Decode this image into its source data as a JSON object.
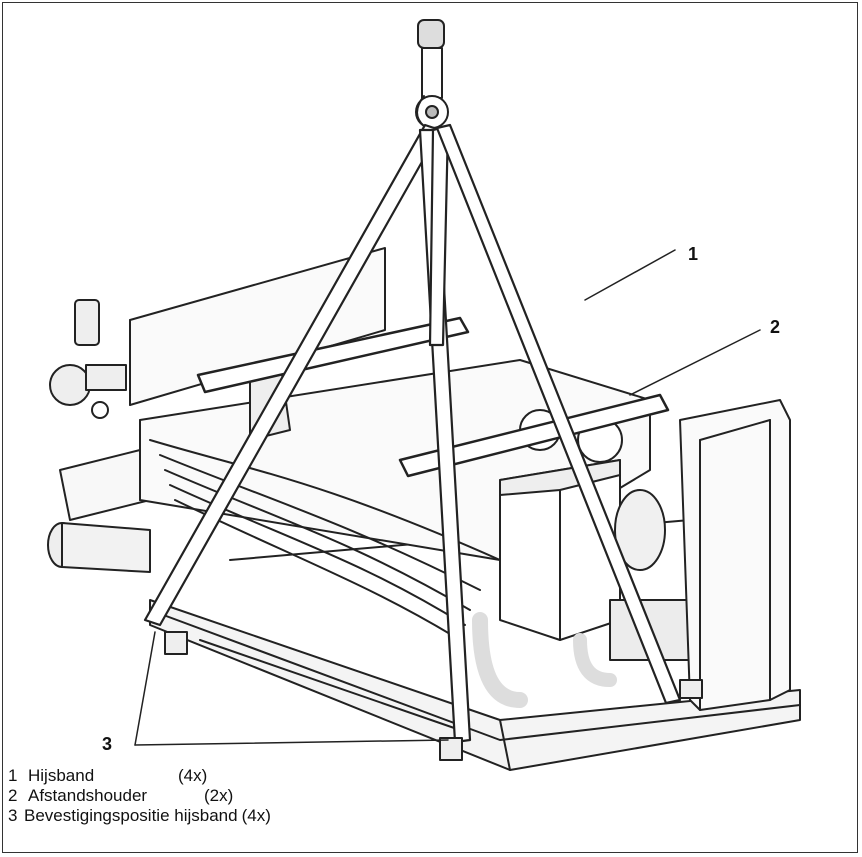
{
  "callouts": [
    "1",
    "2",
    "3"
  ],
  "legend": [
    {
      "num": "1",
      "label": "Hijsband",
      "qty": "(4x)"
    },
    {
      "num": "2",
      "label": "Afstandshouder",
      "qty": "(2x)"
    },
    {
      "num": "3",
      "label": "Bevestigingspositie hijsband",
      "qty": "(4x)"
    }
  ]
}
